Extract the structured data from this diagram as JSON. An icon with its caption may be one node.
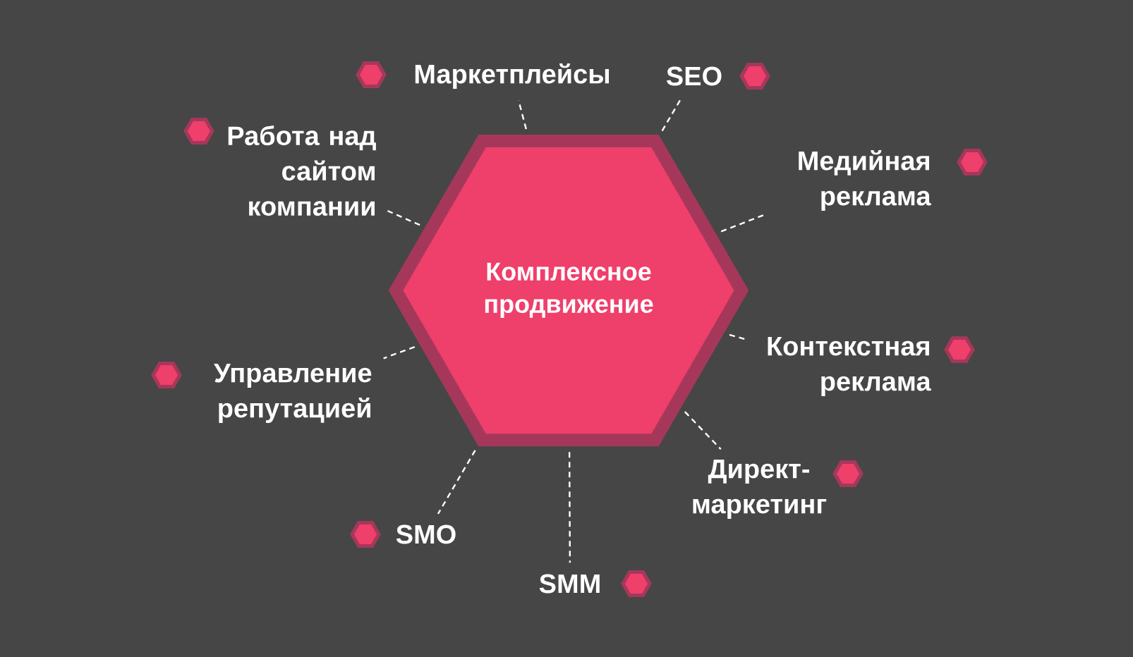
{
  "diagram": {
    "nodes": [
      {
        "text": [
          "Комплексное продвижение"
        ]
      },
      {
        "text": [
          "Маркетплейсы"
        ]
      },
      {
        "text": [
          "SEO"
        ]
      },
      {
        "text": [
          "Работа над сайтом компании"
        ]
      },
      {
        "text": [
          "Медийная реклама"
        ]
      },
      {
        "text": [
          "Контекстная реклама"
        ]
      },
      {
        "text": [
          "Управление репутацией"
        ]
      },
      {
        "text": [
          "Директ-маркетинг"
        ]
      },
      {
        "text": [
          "SMO"
        ]
      },
      {
        "text": [
          "SMM"
        ]
      }
    ],
    "edges": [
      {
        "from": 0,
        "to": 1,
        "arrow": "none",
        "style": "dashed"
      },
      {
        "from": 0,
        "to": 2,
        "arrow": "none",
        "style": "dashed"
      },
      {
        "from": 0,
        "to": 3,
        "arrow": "none",
        "style": "dashed"
      },
      {
        "from": 0,
        "to": 4,
        "arrow": "none",
        "style": "dashed"
      },
      {
        "from": 0,
        "to": 5,
        "arrow": "none",
        "style": "dashed"
      },
      {
        "from": 0,
        "to": 6,
        "arrow": "none",
        "style": "dashed"
      },
      {
        "from": 0,
        "to": 7,
        "arrow": "none",
        "style": "dashed"
      },
      {
        "from": 0,
        "to": 8,
        "arrow": "none",
        "style": "dashed"
      },
      {
        "from": 0,
        "to": 9,
        "arrow": "none",
        "style": "dashed"
      }
    ]
  }
}
